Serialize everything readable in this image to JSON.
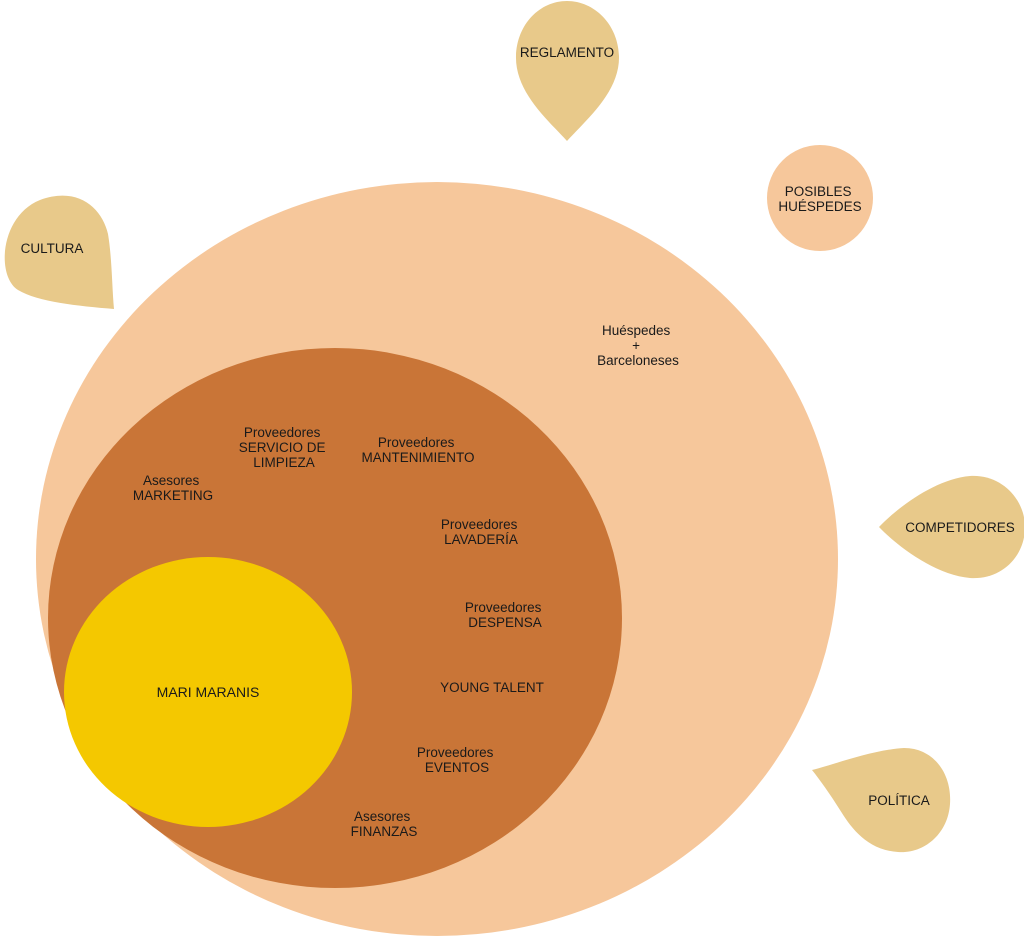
{
  "colors": {
    "outer": "#f6c79b",
    "middle": "#c97537",
    "inner": "#f4c800",
    "drop": "#e8c98a",
    "guest_bubble": "#f6c79b",
    "text": "#1a1a1a"
  },
  "core": {
    "label": "MARI MARANIS"
  },
  "middle_ring": {
    "items": [
      [
        "Proveedores",
        "SERVICIO DE",
        "LIMPIEZA"
      ],
      [
        "Proveedores",
        "MANTENIMIENTO"
      ],
      [
        "Asesores",
        "MARKETING"
      ],
      [
        "Proveedores",
        "LAVADERÍA"
      ],
      [
        "Proveedores",
        "DESPENSA"
      ],
      [
        "YOUNG TALENT"
      ],
      [
        "Proveedores",
        "EVENTOS"
      ],
      [
        "Asesores",
        "FINANZAS"
      ]
    ]
  },
  "outer_ring": {
    "label": [
      "Huéspedes",
      "+",
      "Barceloneses"
    ]
  },
  "external": {
    "reglamento": "REGLAMENTO",
    "cultura": "CULTURA",
    "posibles": [
      "POSIBLES",
      "HUÉSPEDES"
    ],
    "competidores": "COMPETIDORES",
    "politica": "POLÍTICA"
  }
}
